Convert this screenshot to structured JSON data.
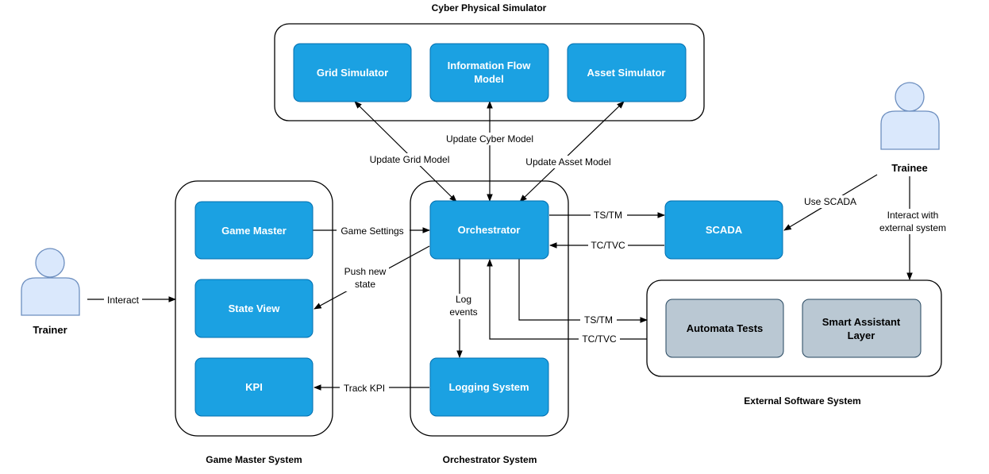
{
  "groups": {
    "cyber_physical": "Cyber Physical Simulator",
    "game_master_system": "Game Master System",
    "orchestrator_system": "Orchestrator System",
    "external_software": "External Software System"
  },
  "nodes": {
    "grid_simulator": "Grid Simulator",
    "info_flow_1": "Information Flow",
    "info_flow_2": "Model",
    "asset_simulator": "Asset Simulator",
    "game_master": "Game Master",
    "state_view": "State View",
    "kpi": "KPI",
    "orchestrator": "Orchestrator",
    "logging_system": "Logging System",
    "scada": "SCADA",
    "automata_tests": "Automata Tests",
    "smart_assistant_1": "Smart Assistant",
    "smart_assistant_2": "Layer"
  },
  "actors": {
    "trainer": "Trainer",
    "trainee": "Trainee"
  },
  "edge_labels": {
    "update_grid": "Update Grid Model",
    "update_cyber": "Update Cyber Model",
    "update_asset": "Update Asset Model",
    "game_settings": "Game Settings",
    "push_state_1": "Push new",
    "push_state_2": "state",
    "log_events_1": "Log",
    "log_events_2": "events",
    "track_kpi": "Track KPI",
    "interact": "Interact",
    "ts_tm_scada": "TS/TM",
    "tc_tvc_scada": "TC/TVC",
    "ts_tm_ext": "TS/TM",
    "tc_tvc_ext": "TC/TVC",
    "use_scada": "Use SCADA",
    "interact_ext_1": "Interact with",
    "interact_ext_2": "external system"
  },
  "colors": {
    "node_fill": "#1ba1e2",
    "node_stroke": "#006eaf",
    "external_node_fill": "#bac8d3",
    "actor_fill": "#dae8fc",
    "actor_stroke": "#6c8ebf"
  }
}
